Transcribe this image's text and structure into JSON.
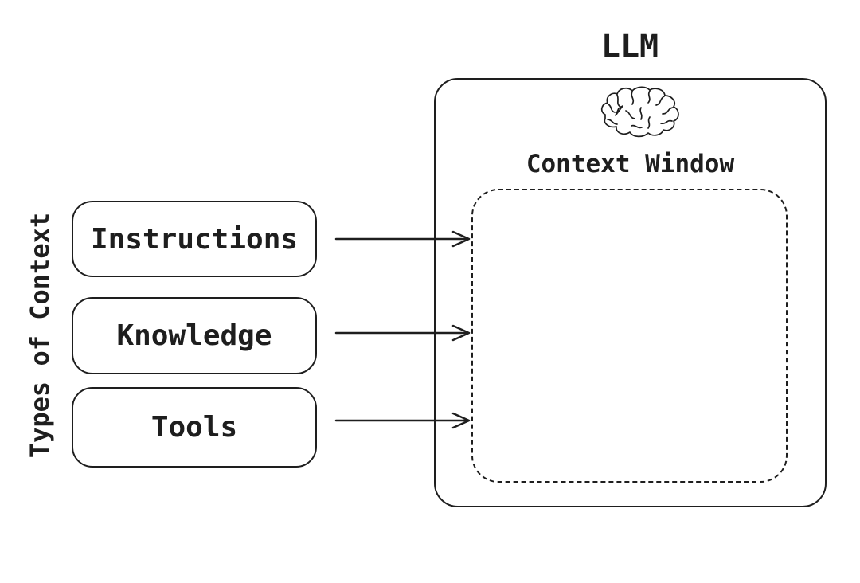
{
  "colors": {
    "ink": "#1e1e1e",
    "background": "#ffffff"
  },
  "diagram": {
    "side_label": "Types of Context",
    "context_types": [
      {
        "label": "Instructions"
      },
      {
        "label": "Knowledge"
      },
      {
        "label": "Tools"
      }
    ],
    "llm_box": {
      "title": "LLM",
      "icon": "brain-icon",
      "context_window_label": "Context Window"
    }
  }
}
